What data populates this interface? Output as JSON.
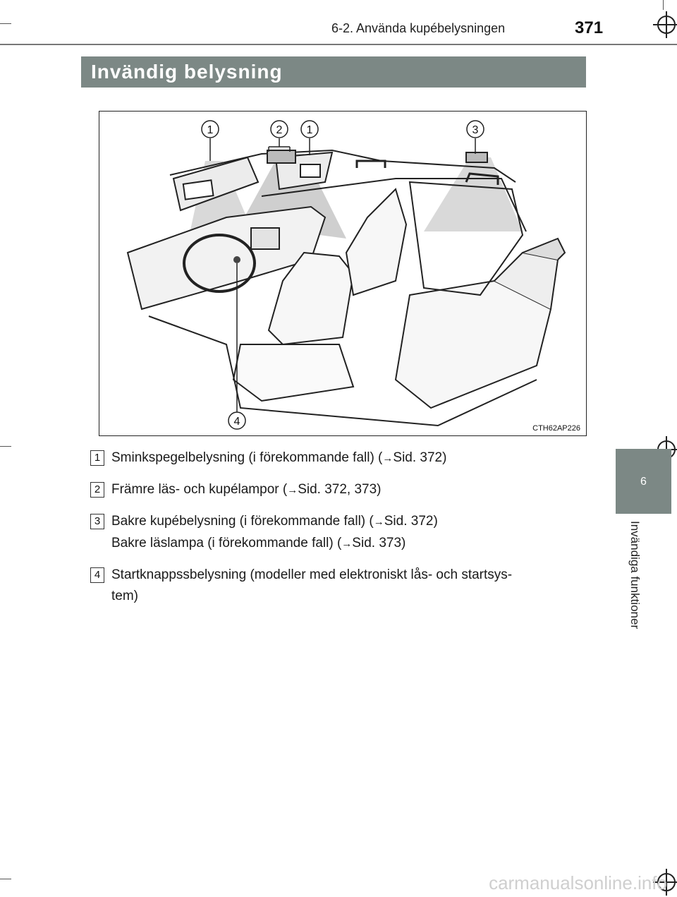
{
  "header": {
    "section": "6-2. Använda kupébelysningen",
    "page_number": "371"
  },
  "title": "Invändig belysning",
  "figure": {
    "code": "CTH62AP226",
    "callouts": [
      "1",
      "2",
      "1",
      "3",
      "4"
    ]
  },
  "items": [
    {
      "num": "1",
      "lines": [
        {
          "text": "Sminkspegelbelysning (i förekommande fall) (",
          "arrow": "→",
          "ref": "Sid. 372)"
        }
      ]
    },
    {
      "num": "2",
      "lines": [
        {
          "text": "Främre läs- och kupélampor (",
          "arrow": "→",
          "ref": "Sid. 372, 373)"
        }
      ]
    },
    {
      "num": "3",
      "lines": [
        {
          "text": "Bakre kupébelysning (i förekommande fall) (",
          "arrow": "→",
          "ref": "Sid. 372)"
        },
        {
          "text": "Bakre läslampa (i förekommande fall) (",
          "arrow": "→",
          "ref": "Sid. 373)"
        }
      ]
    },
    {
      "num": "4",
      "lines": [
        {
          "text": "Startknappssbelysning (modeller med elektroniskt lås- och startsys-",
          "arrow": "",
          "ref": ""
        },
        {
          "text": "tem)",
          "arrow": "",
          "ref": ""
        }
      ]
    }
  ],
  "side_tab": {
    "number": "6",
    "label": "Invändiga funktioner"
  },
  "footer": {
    "watermark": "carmanualsonline.info"
  }
}
